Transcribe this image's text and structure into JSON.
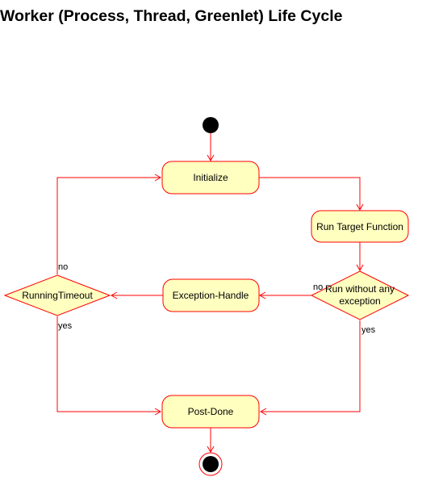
{
  "title": "Worker (Process, Thread, Greenlet) Life Cycle",
  "colors": {
    "node_fill": "#ffffc0",
    "stroke": "#ff0000",
    "start_fill": "#000000",
    "background": "#ffffff"
  },
  "nodes": {
    "initialize": "Initialize",
    "run_target": "Run Target Function",
    "decision_run_line1": "Run without any",
    "decision_run_line2": "exception",
    "exception_handle": "Exception-Handle",
    "running_timeout": "RunningTimeout",
    "post_done": "Post-Done"
  },
  "edge_labels": {
    "decision_no": "no",
    "decision_yes": "yes",
    "timeout_no": "no",
    "timeout_yes": "yes"
  }
}
